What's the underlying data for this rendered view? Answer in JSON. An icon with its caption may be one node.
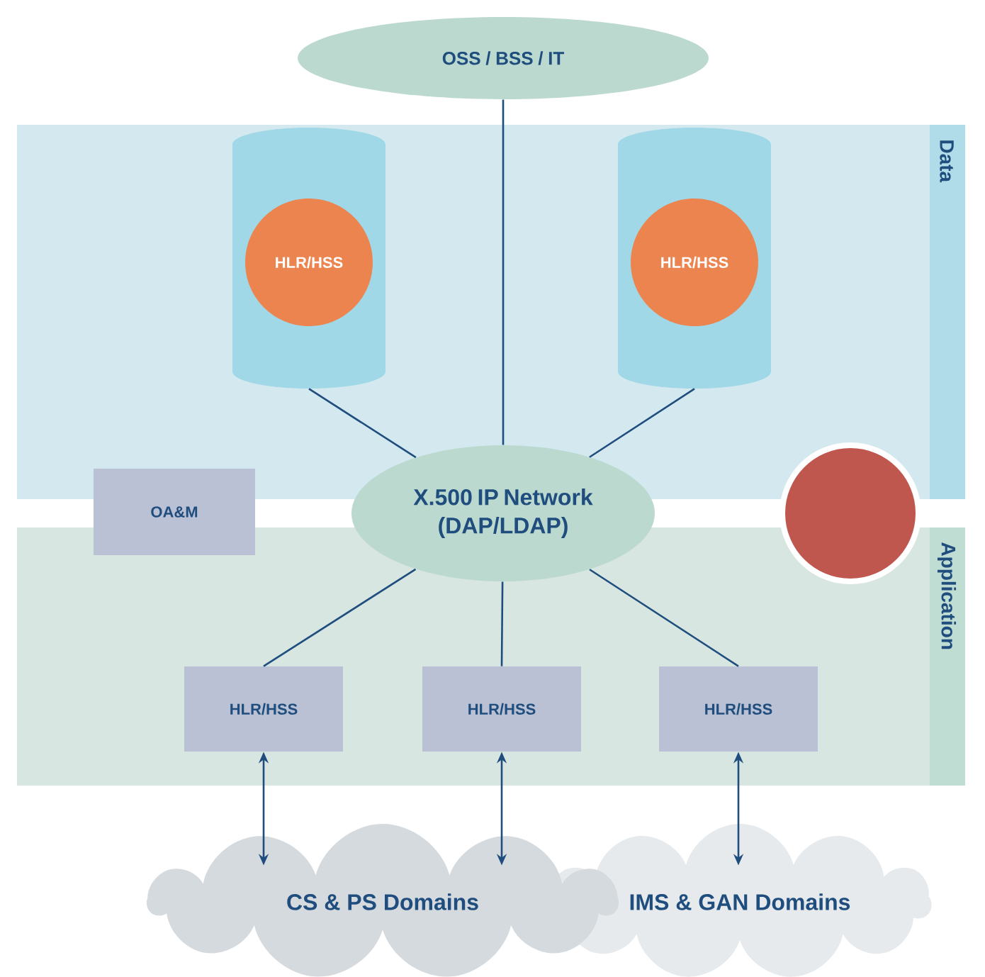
{
  "diagram": {
    "nodes": [
      {
        "text": [
          "OSS / BSS / IT"
        ]
      },
      {
        "text": [
          "Data"
        ]
      },
      {
        "text": [],
        "shape": "cylinder",
        "in": 1
      },
      {
        "text": [
          "HLR/HSS"
        ],
        "in": 2
      },
      {
        "text": [],
        "shape": "cylinder",
        "in": 1
      },
      {
        "text": [
          "HLR/HSS"
        ],
        "in": 4
      },
      {
        "text": [
          "Application"
        ]
      },
      {
        "text": [
          "OA&M"
        ]
      },
      {
        "text": [
          "X.500 IP Network (DAP/LDAP)"
        ]
      },
      {
        "text": [],
        "shape": "circle"
      },
      {
        "text": [
          "HLR/HSS"
        ],
        "in": 6
      },
      {
        "text": [
          "HLR/HSS"
        ],
        "in": 6
      },
      {
        "text": [
          "HLR/HSS"
        ],
        "in": 6
      },
      {
        "text": [
          "CS & PS Domains"
        ]
      },
      {
        "text": [
          "IMS & GAN Domains"
        ]
      }
    ],
    "edges": [
      {
        "from": 0,
        "to": 8,
        "arrow": "none"
      },
      {
        "from": 2,
        "to": 8,
        "arrow": "none"
      },
      {
        "from": 4,
        "to": 8,
        "arrow": "none"
      },
      {
        "from": 8,
        "to": 10,
        "arrow": "none"
      },
      {
        "from": 8,
        "to": 11,
        "arrow": "none"
      },
      {
        "from": 8,
        "to": 12,
        "arrow": "none"
      },
      {
        "from": 10,
        "to": 13,
        "arrow": "both"
      },
      {
        "from": 11,
        "to": 13,
        "arrow": "both"
      },
      {
        "from": 12,
        "to": 14,
        "arrow": "both"
      }
    ]
  }
}
